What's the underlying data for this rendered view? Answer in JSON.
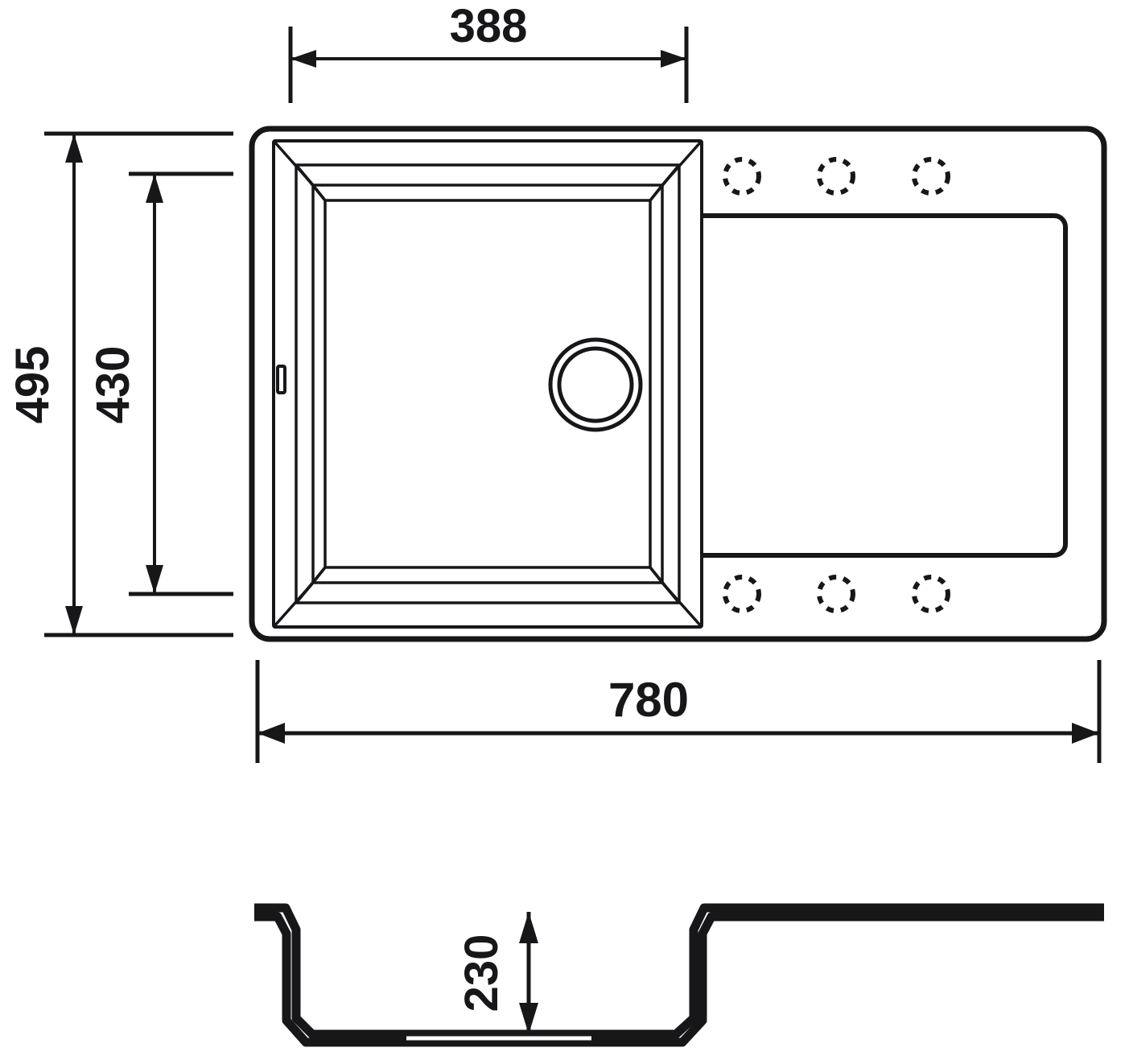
{
  "drawing": {
    "title": "Kitchen sink technical drawing",
    "units": "mm",
    "line_color": "#17171a",
    "fill_color": "#ffffff",
    "background": "#ffffff",
    "views": [
      {
        "id": "plan",
        "name": "top-view"
      },
      {
        "id": "section",
        "name": "cross-section-view"
      }
    ]
  },
  "dimensions": {
    "bowl_width": {
      "value": "388",
      "orientation": "horizontal",
      "position": "top",
      "describes": "inner bowl width"
    },
    "overall_height": {
      "value": "495",
      "orientation": "vertical",
      "position": "left-outer",
      "describes": "overall sink depth front-to-back"
    },
    "bowl_height": {
      "value": "430",
      "orientation": "vertical",
      "position": "left-inner",
      "describes": "inner bowl depth front-to-back"
    },
    "overall_width": {
      "value": "780",
      "orientation": "horizontal",
      "position": "bottom",
      "describes": "overall sink width"
    },
    "bowl_depth": {
      "value": "230",
      "orientation": "vertical",
      "position": "section",
      "describes": "bowl depth in cross-section"
    }
  },
  "features": {
    "drain_hole": {
      "name": "drain-outlet",
      "shape": "double-circle"
    },
    "overflow_slot": {
      "name": "overflow-slot",
      "shape": "rounded-rect"
    },
    "tap_holes_top": {
      "name": "tap-hole-knockouts-top",
      "count": 3,
      "style": "dashed"
    },
    "tap_holes_bottom": {
      "name": "tap-hole-knockouts-bottom",
      "count": 3,
      "style": "dashed"
    },
    "drainboard": {
      "name": "drainboard-panel",
      "shape": "rounded-rect"
    },
    "bowl": {
      "name": "sink-bowl",
      "shape": "beveled-rect"
    }
  }
}
